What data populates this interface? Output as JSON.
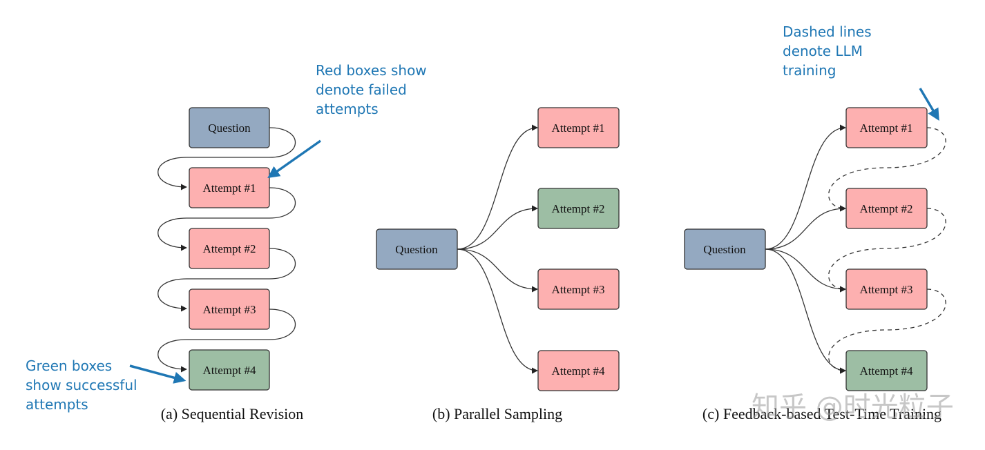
{
  "colors": {
    "question_fill": "#94a9c1",
    "failed_fill": "#fdb0b0",
    "success_fill": "#9dbea4",
    "border": "#333333",
    "annotation": "#1f77b4",
    "edge": "#333333"
  },
  "panels": {
    "a": {
      "caption": "(a)  Sequential Revision",
      "nodes": [
        {
          "label": "Question",
          "kind": "question"
        },
        {
          "label": "Attempt #1",
          "kind": "failed"
        },
        {
          "label": "Attempt #2",
          "kind": "failed"
        },
        {
          "label": "Attempt #3",
          "kind": "failed"
        },
        {
          "label": "Attempt #4",
          "kind": "success"
        }
      ]
    },
    "b": {
      "caption": "(b)  Parallel Sampling",
      "nodes": [
        {
          "label": "Question",
          "kind": "question"
        },
        {
          "label": "Attempt #1",
          "kind": "failed"
        },
        {
          "label": "Attempt #2",
          "kind": "success"
        },
        {
          "label": "Attempt #3",
          "kind": "failed"
        },
        {
          "label": "Attempt #4",
          "kind": "failed"
        }
      ]
    },
    "c": {
      "caption": "(c)  Feedback-based Test-Time Training",
      "nodes": [
        {
          "label": "Question",
          "kind": "question"
        },
        {
          "label": "Attempt #1",
          "kind": "failed"
        },
        {
          "label": "Attempt #2",
          "kind": "failed"
        },
        {
          "label": "Attempt #3",
          "kind": "failed"
        },
        {
          "label": "Attempt #4",
          "kind": "success"
        }
      ]
    }
  },
  "annotations": {
    "red": [
      "Red boxes show",
      "denote failed",
      "attempts"
    ],
    "green": [
      "Green boxes",
      "show successful",
      "attempts"
    ],
    "dashed": [
      "Dashed lines",
      "denote LLM",
      "training"
    ]
  },
  "watermark": "知乎 @时光粒子"
}
